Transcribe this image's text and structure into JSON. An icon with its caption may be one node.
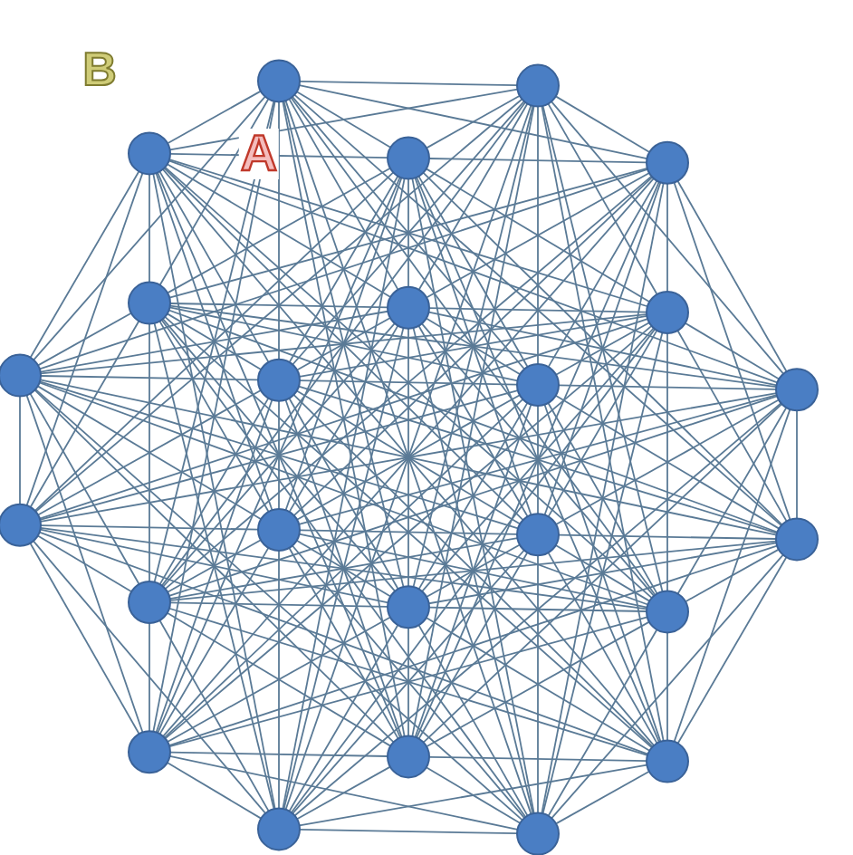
{
  "diagram": {
    "nodes": [
      {
        "text": [],
        "shape": "circle"
      },
      {
        "text": [],
        "shape": "circle"
      },
      {
        "text": [],
        "shape": "circle"
      },
      {
        "text": [],
        "shape": "circle"
      },
      {
        "text": [],
        "shape": "circle"
      },
      {
        "text": [],
        "shape": "circle"
      },
      {
        "text": [],
        "shape": "circle"
      },
      {
        "text": [],
        "shape": "circle"
      },
      {
        "text": [],
        "shape": "circle"
      },
      {
        "text": [],
        "shape": "circle"
      },
      {
        "text": [],
        "shape": "circle"
      },
      {
        "text": [],
        "shape": "circle"
      },
      {
        "text": [],
        "shape": "circle"
      },
      {
        "text": [],
        "shape": "circle"
      },
      {
        "text": [],
        "shape": "circle"
      },
      {
        "text": [],
        "shape": "circle"
      },
      {
        "text": [],
        "shape": "circle"
      },
      {
        "text": [],
        "shape": "circle"
      },
      {
        "text": [],
        "shape": "circle"
      },
      {
        "text": [],
        "shape": "circle"
      },
      {
        "text": [],
        "shape": "circle"
      },
      {
        "text": [],
        "shape": "circle"
      },
      {
        "text": [],
        "shape": "circle"
      },
      {
        "text": [],
        "shape": "circle"
      }
    ],
    "edges": [
      {
        "from": 0,
        "to": 1,
        "arrow": "none"
      },
      {
        "from": 0,
        "to": 2,
        "arrow": "none"
      },
      {
        "from": 0,
        "to": 3,
        "arrow": "none"
      },
      {
        "from": 0,
        "to": 4,
        "arrow": "none"
      },
      {
        "from": 0,
        "to": 5,
        "arrow": "none"
      },
      {
        "from": 0,
        "to": 6,
        "arrow": "none"
      },
      {
        "from": 0,
        "to": 8,
        "arrow": "none"
      },
      {
        "from": 0,
        "to": 9,
        "arrow": "none"
      },
      {
        "from": 0,
        "to": 10,
        "arrow": "none"
      },
      {
        "from": 0,
        "to": 15,
        "arrow": "none"
      },
      {
        "from": 0,
        "to": 16,
        "arrow": "none"
      },
      {
        "from": 0,
        "to": 17,
        "arrow": "none"
      },
      {
        "from": 0,
        "to": 18,
        "arrow": "none"
      },
      {
        "from": 0,
        "to": 19,
        "arrow": "none"
      },
      {
        "from": 0,
        "to": 20,
        "arrow": "none"
      },
      {
        "from": 0,
        "to": 23,
        "arrow": "none"
      },
      {
        "from": 1,
        "to": 2,
        "arrow": "none"
      },
      {
        "from": 1,
        "to": 3,
        "arrow": "none"
      },
      {
        "from": 1,
        "to": 4,
        "arrow": "none"
      },
      {
        "from": 1,
        "to": 6,
        "arrow": "none"
      },
      {
        "from": 1,
        "to": 7,
        "arrow": "none"
      },
      {
        "from": 1,
        "to": 9,
        "arrow": "none"
      },
      {
        "from": 1,
        "to": 10,
        "arrow": "none"
      },
      {
        "from": 1,
        "to": 11,
        "arrow": "none"
      },
      {
        "from": 1,
        "to": 12,
        "arrow": "none"
      },
      {
        "from": 1,
        "to": 16,
        "arrow": "none"
      },
      {
        "from": 1,
        "to": 17,
        "arrow": "none"
      },
      {
        "from": 1,
        "to": 18,
        "arrow": "none"
      },
      {
        "from": 1,
        "to": 20,
        "arrow": "none"
      },
      {
        "from": 1,
        "to": 21,
        "arrow": "none"
      },
      {
        "from": 1,
        "to": 22,
        "arrow": "none"
      },
      {
        "from": 2,
        "to": 3,
        "arrow": "none"
      },
      {
        "from": 2,
        "to": 5,
        "arrow": "none"
      },
      {
        "from": 2,
        "to": 6,
        "arrow": "none"
      },
      {
        "from": 2,
        "to": 7,
        "arrow": "none"
      },
      {
        "from": 2,
        "to": 8,
        "arrow": "none"
      },
      {
        "from": 2,
        "to": 9,
        "arrow": "none"
      },
      {
        "from": 2,
        "to": 11,
        "arrow": "none"
      },
      {
        "from": 2,
        "to": 12,
        "arrow": "none"
      },
      {
        "from": 2,
        "to": 13,
        "arrow": "none"
      },
      {
        "from": 2,
        "to": 14,
        "arrow": "none"
      },
      {
        "from": 2,
        "to": 18,
        "arrow": "none"
      },
      {
        "from": 2,
        "to": 20,
        "arrow": "none"
      },
      {
        "from": 2,
        "to": 21,
        "arrow": "none"
      },
      {
        "from": 2,
        "to": 22,
        "arrow": "none"
      },
      {
        "from": 3,
        "to": 4,
        "arrow": "none"
      },
      {
        "from": 3,
        "to": 5,
        "arrow": "none"
      },
      {
        "from": 3,
        "to": 6,
        "arrow": "none"
      },
      {
        "from": 3,
        "to": 7,
        "arrow": "none"
      },
      {
        "from": 3,
        "to": 9,
        "arrow": "none"
      },
      {
        "from": 3,
        "to": 10,
        "arrow": "none"
      },
      {
        "from": 3,
        "to": 12,
        "arrow": "none"
      },
      {
        "from": 3,
        "to": 13,
        "arrow": "none"
      },
      {
        "from": 3,
        "to": 14,
        "arrow": "none"
      },
      {
        "from": 3,
        "to": 15,
        "arrow": "none"
      },
      {
        "from": 3,
        "to": 19,
        "arrow": "none"
      },
      {
        "from": 3,
        "to": 21,
        "arrow": "none"
      },
      {
        "from": 3,
        "to": 22,
        "arrow": "none"
      },
      {
        "from": 3,
        "to": 23,
        "arrow": "none"
      },
      {
        "from": 4,
        "to": 5,
        "arrow": "none"
      },
      {
        "from": 4,
        "to": 6,
        "arrow": "none"
      },
      {
        "from": 4,
        "to": 7,
        "arrow": "none"
      },
      {
        "from": 4,
        "to": 8,
        "arrow": "none"
      },
      {
        "from": 4,
        "to": 10,
        "arrow": "none"
      },
      {
        "from": 4,
        "to": 11,
        "arrow": "none"
      },
      {
        "from": 4,
        "to": 13,
        "arrow": "none"
      },
      {
        "from": 4,
        "to": 14,
        "arrow": "none"
      },
      {
        "from": 4,
        "to": 15,
        "arrow": "none"
      },
      {
        "from": 4,
        "to": 16,
        "arrow": "none"
      },
      {
        "from": 4,
        "to": 19,
        "arrow": "none"
      },
      {
        "from": 4,
        "to": 20,
        "arrow": "none"
      },
      {
        "from": 4,
        "to": 23,
        "arrow": "none"
      },
      {
        "from": 5,
        "to": 6,
        "arrow": "none"
      },
      {
        "from": 5,
        "to": 8,
        "arrow": "none"
      },
      {
        "from": 5,
        "to": 9,
        "arrow": "none"
      },
      {
        "from": 5,
        "to": 10,
        "arrow": "none"
      },
      {
        "from": 5,
        "to": 11,
        "arrow": "none"
      },
      {
        "from": 5,
        "to": 12,
        "arrow": "none"
      },
      {
        "from": 5,
        "to": 13,
        "arrow": "none"
      },
      {
        "from": 5,
        "to": 15,
        "arrow": "none"
      },
      {
        "from": 5,
        "to": 16,
        "arrow": "none"
      },
      {
        "from": 5,
        "to": 17,
        "arrow": "none"
      },
      {
        "from": 5,
        "to": 21,
        "arrow": "none"
      },
      {
        "from": 5,
        "to": 22,
        "arrow": "none"
      },
      {
        "from": 5,
        "to": 23,
        "arrow": "none"
      },
      {
        "from": 6,
        "to": 7,
        "arrow": "none"
      },
      {
        "from": 6,
        "to": 8,
        "arrow": "none"
      },
      {
        "from": 6,
        "to": 9,
        "arrow": "none"
      },
      {
        "from": 6,
        "to": 10,
        "arrow": "none"
      },
      {
        "from": 6,
        "to": 11,
        "arrow": "none"
      },
      {
        "from": 6,
        "to": 13,
        "arrow": "none"
      },
      {
        "from": 6,
        "to": 14,
        "arrow": "none"
      },
      {
        "from": 6,
        "to": 16,
        "arrow": "none"
      },
      {
        "from": 6,
        "to": 17,
        "arrow": "none"
      },
      {
        "from": 6,
        "to": 18,
        "arrow": "none"
      },
      {
        "from": 6,
        "to": 22,
        "arrow": "none"
      },
      {
        "from": 6,
        "to": 23,
        "arrow": "none"
      },
      {
        "from": 7,
        "to": 8,
        "arrow": "none"
      },
      {
        "from": 7,
        "to": 9,
        "arrow": "none"
      },
      {
        "from": 7,
        "to": 10,
        "arrow": "none"
      },
      {
        "from": 7,
        "to": 11,
        "arrow": "none"
      },
      {
        "from": 7,
        "to": 12,
        "arrow": "none"
      },
      {
        "from": 7,
        "to": 14,
        "arrow": "none"
      },
      {
        "from": 7,
        "to": 15,
        "arrow": "none"
      },
      {
        "from": 7,
        "to": 17,
        "arrow": "none"
      },
      {
        "from": 7,
        "to": 18,
        "arrow": "none"
      },
      {
        "from": 7,
        "to": 19,
        "arrow": "none"
      },
      {
        "from": 7,
        "to": 22,
        "arrow": "none"
      },
      {
        "from": 7,
        "to": 23,
        "arrow": "none"
      },
      {
        "from": 8,
        "to": 9,
        "arrow": "none"
      },
      {
        "from": 8,
        "to": 12,
        "arrow": "none"
      },
      {
        "from": 8,
        "to": 13,
        "arrow": "none"
      },
      {
        "from": 8,
        "to": 14,
        "arrow": "none"
      },
      {
        "from": 8,
        "to": 15,
        "arrow": "none"
      },
      {
        "from": 8,
        "to": 16,
        "arrow": "none"
      },
      {
        "from": 8,
        "to": 18,
        "arrow": "none"
      },
      {
        "from": 8,
        "to": 19,
        "arrow": "none"
      },
      {
        "from": 8,
        "to": 20,
        "arrow": "none"
      },
      {
        "from": 8,
        "to": 23,
        "arrow": "none"
      },
      {
        "from": 9,
        "to": 10,
        "arrow": "none"
      },
      {
        "from": 9,
        "to": 12,
        "arrow": "none"
      },
      {
        "from": 9,
        "to": 13,
        "arrow": "none"
      },
      {
        "from": 9,
        "to": 14,
        "arrow": "none"
      },
      {
        "from": 9,
        "to": 15,
        "arrow": "none"
      },
      {
        "from": 9,
        "to": 16,
        "arrow": "none"
      },
      {
        "from": 9,
        "to": 17,
        "arrow": "none"
      },
      {
        "from": 9,
        "to": 19,
        "arrow": "none"
      },
      {
        "from": 9,
        "to": 20,
        "arrow": "none"
      },
      {
        "from": 9,
        "to": 21,
        "arrow": "none"
      },
      {
        "from": 10,
        "to": 11,
        "arrow": "none"
      },
      {
        "from": 10,
        "to": 12,
        "arrow": "none"
      },
      {
        "from": 10,
        "to": 13,
        "arrow": "none"
      },
      {
        "from": 10,
        "to": 14,
        "arrow": "none"
      },
      {
        "from": 10,
        "to": 15,
        "arrow": "none"
      },
      {
        "from": 10,
        "to": 17,
        "arrow": "none"
      },
      {
        "from": 10,
        "to": 18,
        "arrow": "none"
      },
      {
        "from": 10,
        "to": 19,
        "arrow": "none"
      },
      {
        "from": 10,
        "to": 20,
        "arrow": "none"
      },
      {
        "from": 10,
        "to": 21,
        "arrow": "none"
      },
      {
        "from": 11,
        "to": 12,
        "arrow": "none"
      },
      {
        "from": 11,
        "to": 13,
        "arrow": "none"
      },
      {
        "from": 11,
        "to": 14,
        "arrow": "none"
      },
      {
        "from": 11,
        "to": 15,
        "arrow": "none"
      },
      {
        "from": 11,
        "to": 16,
        "arrow": "none"
      },
      {
        "from": 11,
        "to": 18,
        "arrow": "none"
      },
      {
        "from": 11,
        "to": 20,
        "arrow": "none"
      },
      {
        "from": 11,
        "to": 21,
        "arrow": "none"
      },
      {
        "from": 11,
        "to": 22,
        "arrow": "none"
      },
      {
        "from": 12,
        "to": 13,
        "arrow": "none"
      },
      {
        "from": 12,
        "to": 16,
        "arrow": "none"
      },
      {
        "from": 12,
        "to": 17,
        "arrow": "none"
      },
      {
        "from": 12,
        "to": 18,
        "arrow": "none"
      },
      {
        "from": 12,
        "to": 19,
        "arrow": "none"
      },
      {
        "from": 12,
        "to": 21,
        "arrow": "none"
      },
      {
        "from": 12,
        "to": 22,
        "arrow": "none"
      },
      {
        "from": 13,
        "to": 14,
        "arrow": "none"
      },
      {
        "from": 13,
        "to": 16,
        "arrow": "none"
      },
      {
        "from": 13,
        "to": 17,
        "arrow": "none"
      },
      {
        "from": 13,
        "to": 18,
        "arrow": "none"
      },
      {
        "from": 13,
        "to": 19,
        "arrow": "none"
      },
      {
        "from": 13,
        "to": 20,
        "arrow": "none"
      },
      {
        "from": 13,
        "to": 22,
        "arrow": "none"
      },
      {
        "from": 13,
        "to": 23,
        "arrow": "none"
      },
      {
        "from": 14,
        "to": 15,
        "arrow": "none"
      },
      {
        "from": 14,
        "to": 16,
        "arrow": "none"
      },
      {
        "from": 14,
        "to": 17,
        "arrow": "none"
      },
      {
        "from": 14,
        "to": 18,
        "arrow": "none"
      },
      {
        "from": 14,
        "to": 20,
        "arrow": "none"
      },
      {
        "from": 14,
        "to": 21,
        "arrow": "none"
      },
      {
        "from": 14,
        "to": 22,
        "arrow": "none"
      },
      {
        "from": 14,
        "to": 23,
        "arrow": "none"
      },
      {
        "from": 15,
        "to": 16,
        "arrow": "none"
      },
      {
        "from": 15,
        "to": 17,
        "arrow": "none"
      },
      {
        "from": 15,
        "to": 18,
        "arrow": "none"
      },
      {
        "from": 15,
        "to": 19,
        "arrow": "none"
      },
      {
        "from": 15,
        "to": 21,
        "arrow": "none"
      },
      {
        "from": 15,
        "to": 23,
        "arrow": "none"
      },
      {
        "from": 16,
        "to": 17,
        "arrow": "none"
      },
      {
        "from": 16,
        "to": 19,
        "arrow": "none"
      },
      {
        "from": 16,
        "to": 20,
        "arrow": "none"
      },
      {
        "from": 16,
        "to": 21,
        "arrow": "none"
      },
      {
        "from": 16,
        "to": 22,
        "arrow": "none"
      },
      {
        "from": 17,
        "to": 18,
        "arrow": "none"
      },
      {
        "from": 17,
        "to": 19,
        "arrow": "none"
      },
      {
        "from": 17,
        "to": 20,
        "arrow": "none"
      },
      {
        "from": 17,
        "to": 21,
        "arrow": "none"
      },
      {
        "from": 17,
        "to": 22,
        "arrow": "none"
      },
      {
        "from": 17,
        "to": 23,
        "arrow": "none"
      },
      {
        "from": 18,
        "to": 19,
        "arrow": "none"
      },
      {
        "from": 18,
        "to": 20,
        "arrow": "none"
      },
      {
        "from": 18,
        "to": 21,
        "arrow": "none"
      },
      {
        "from": 18,
        "to": 23,
        "arrow": "none"
      },
      {
        "from": 19,
        "to": 20,
        "arrow": "none"
      },
      {
        "from": 19,
        "to": 22,
        "arrow": "none"
      },
      {
        "from": 19,
        "to": 23,
        "arrow": "none"
      },
      {
        "from": 20,
        "to": 21,
        "arrow": "none"
      },
      {
        "from": 20,
        "to": 22,
        "arrow": "none"
      },
      {
        "from": 20,
        "to": 23,
        "arrow": "none"
      },
      {
        "from": 21,
        "to": 22,
        "arrow": "none"
      },
      {
        "from": 21,
        "to": 23,
        "arrow": "none"
      },
      {
        "from": 22,
        "to": 23,
        "arrow": "none"
      }
    ],
    "labels": [
      "B",
      "A"
    ]
  }
}
